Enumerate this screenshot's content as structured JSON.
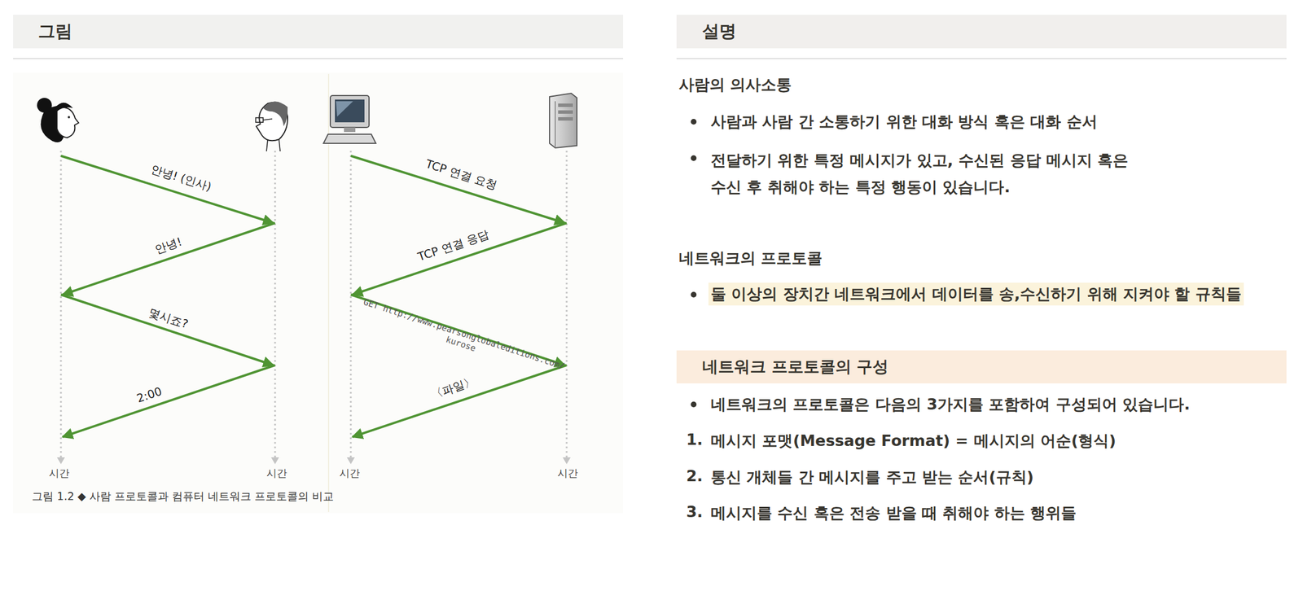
{
  "diagram": {
    "caption": "그림 1.2 ◆ 사람 프로토콜과 컴퓨터 네트워크 프로토콜의 비교",
    "nodes": [
      {
        "text": [
          "그림"
        ]
      },
      {
        "text": [
          "설명"
        ]
      },
      {
        "text": [
          "둘 이상의 장치간 네트워크에서 데이터를 송,수신하기 위해 지켜야 할 규칙들"
        ]
      },
      {
        "text": [
          "네트워크 프로토콜의 구성"
        ]
      }
    ],
    "labels": [
      "사람의 의사소통",
      "사람과 사람 간 소통하기 위한 대화 방식 혹은 대화 순서",
      "전달하기 위한 특정 메시지가 있고, 수신된 응답 메시지 혹은 수신 후 취해야 하는 특정 행동이 있습니다.",
      "네트워크의 프로토콜",
      "네트워크의 프로토콜은 다음의 3가지를 포함하여 구성되어 있습니다.",
      "1.",
      "메시지 포맷(Message Format) = 메시지의 어순(형식)",
      "2.",
      "통신 개체들 간 메시지를 주고 받는 순서(규칙)",
      "3.",
      "메시지를 수신 혹은 전송 받을 때 취해야 하는 행위들",
      "안녕! (인사)",
      "안녕!",
      "몇시죠?",
      "2:00",
      "TCP 연결 요청",
      "TCP 연결 응답",
      "GET http://www.pearsonglobaleditions.com/ kurose",
      "〈파일〉",
      "시간",
      "시간",
      "시간",
      "시간"
    ]
  }
}
